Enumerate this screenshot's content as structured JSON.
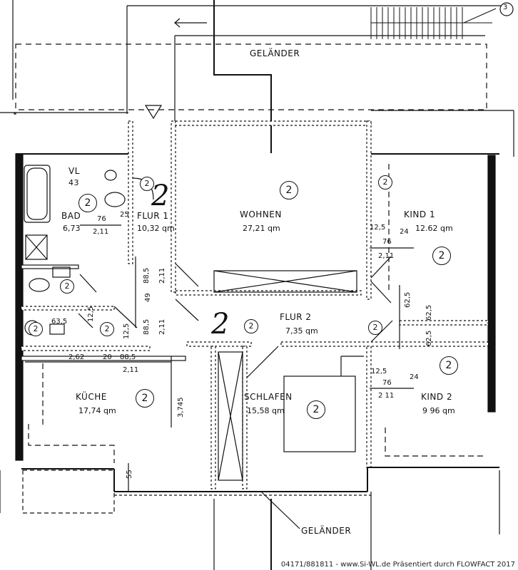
{
  "labels": {
    "gelaender_top": "GELÄNDER",
    "gelaender_bottom": "GELÄNDER",
    "stair_no": "3"
  },
  "rooms": {
    "bad": {
      "name": "BAD",
      "area": "6,73",
      "mark": "2"
    },
    "vl": {
      "name": "VL",
      "value": "43"
    },
    "flur1": {
      "name": "FLUR 1",
      "area": "10,32 qm",
      "mark": "2"
    },
    "wohnen": {
      "name": "WOHNEN",
      "area": "27,21 qm",
      "mark": "2"
    },
    "kind1": {
      "name": "KIND  1",
      "area": "12.62 qm",
      "mark": "2"
    },
    "flur2": {
      "name": "FLUR  2",
      "area": "7,35 qm",
      "mark": "2"
    },
    "kueche": {
      "name": "KÜCHE",
      "area": "17,74 qm",
      "mark": "2"
    },
    "schlafen": {
      "name": "SCHLAFEN",
      "area": "15,58 qm",
      "mark": "2"
    },
    "kind2": {
      "name": "KIND  2",
      "area": "9 96 qm",
      "mark": "2"
    }
  },
  "door_marks": [
    "2",
    "2",
    "2",
    "2",
    "2",
    "2",
    "2",
    "2",
    "2",
    "2"
  ],
  "handwritten": [
    "2",
    "2"
  ],
  "dimensions": {
    "bad_76": "76",
    "bad_211": "2,11",
    "d_25": "25",
    "f1_885": "88,5",
    "f1_211a": "2,11",
    "f1_49": "49",
    "f1_885b": "88,5",
    "f1_211b": "2,11",
    "k1_125": "12,5",
    "k1_24": "24",
    "k1_76": "76",
    "k1_211": "2,11",
    "k1_625a": "62,5",
    "k1_625b": "62,5",
    "k2_625": "62,5",
    "k2_125": "12,5",
    "k2_76": "76",
    "k2_24": "24",
    "k2_211": "2 11",
    "w_635": "63,5",
    "w_125": "12,5",
    "w_125b": "12,5",
    "k_262": "2,62",
    "k_20": "20",
    "k_885": "88,5",
    "k_211": "2,11",
    "k_3745": "3,745",
    "k_55": "55"
  },
  "footer": "04171/881811 - www.Si-WL.de Präsentiert durch FLOWFACT 2017"
}
